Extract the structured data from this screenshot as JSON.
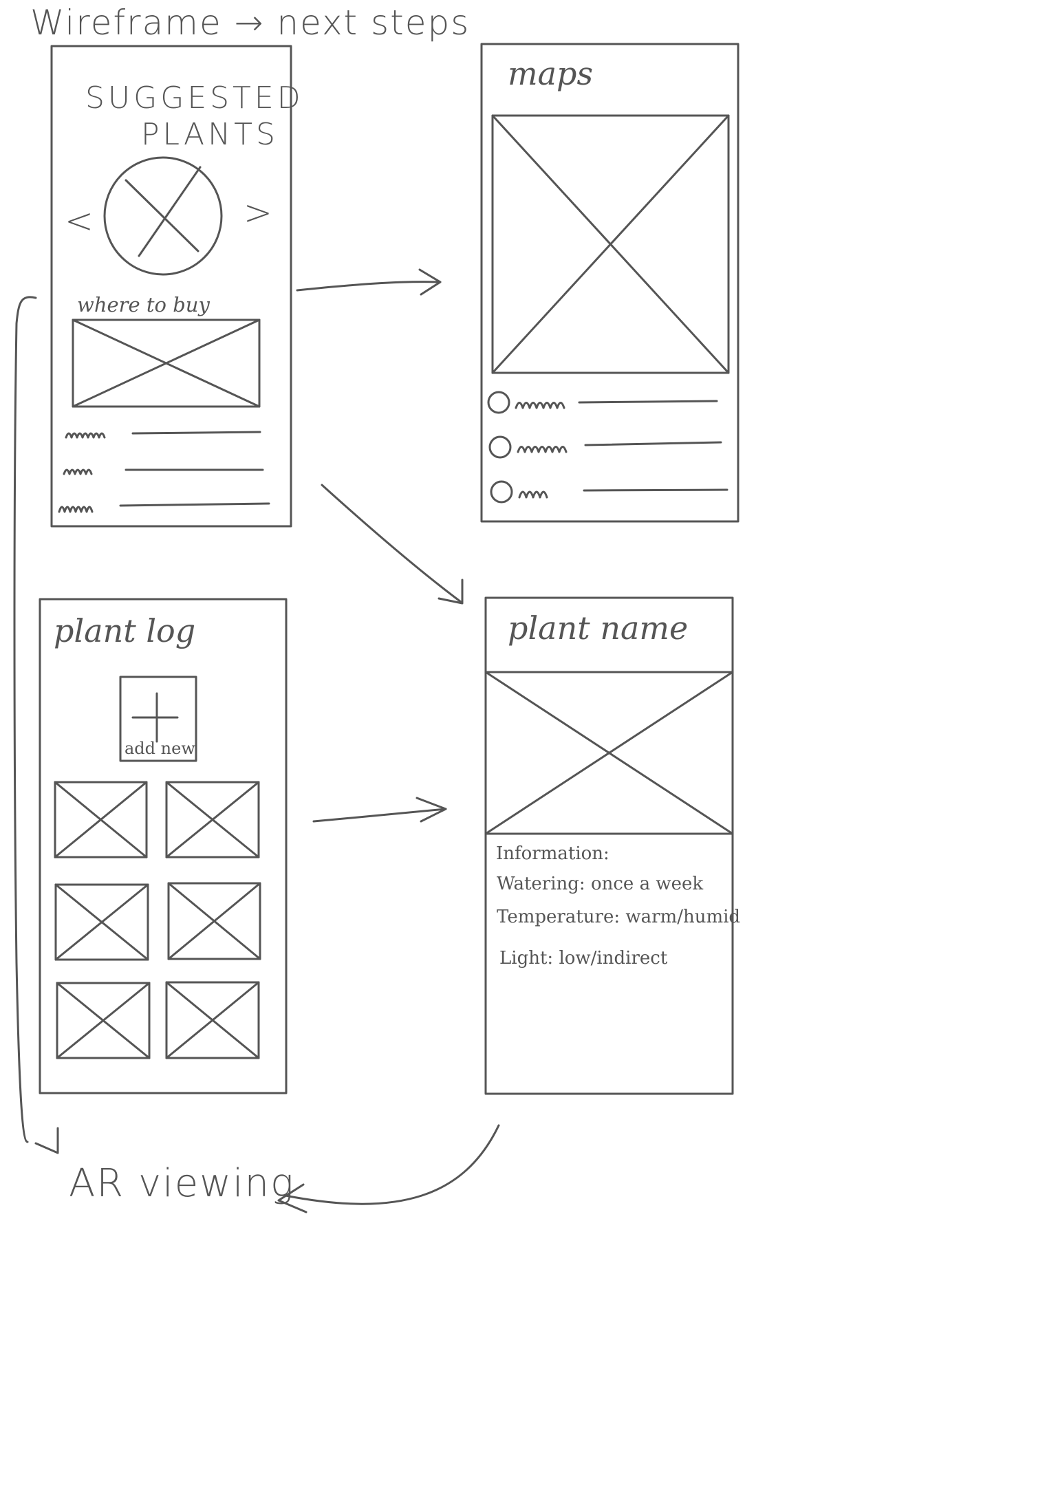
{
  "title": "Wireframe → next steps",
  "screens": {
    "suggested": {
      "heading_line1": "SUGGESTED",
      "heading_line2": "PLANTS",
      "prev_glyph": "<",
      "next_glyph": ">",
      "where_to_buy": "where to buy"
    },
    "maps": {
      "heading": "maps"
    },
    "plant_log": {
      "heading": "plant log",
      "add_new": "add new"
    },
    "plant_detail": {
      "heading": "plant name",
      "info_title": "Information:",
      "watering": "Watering: once a week",
      "temperature": "Temperature: warm/humid",
      "light": "Light: low/indirect"
    }
  },
  "ar_label": "AR viewing",
  "colors": {
    "ink": "#555555",
    "paper": "#ffffff"
  }
}
